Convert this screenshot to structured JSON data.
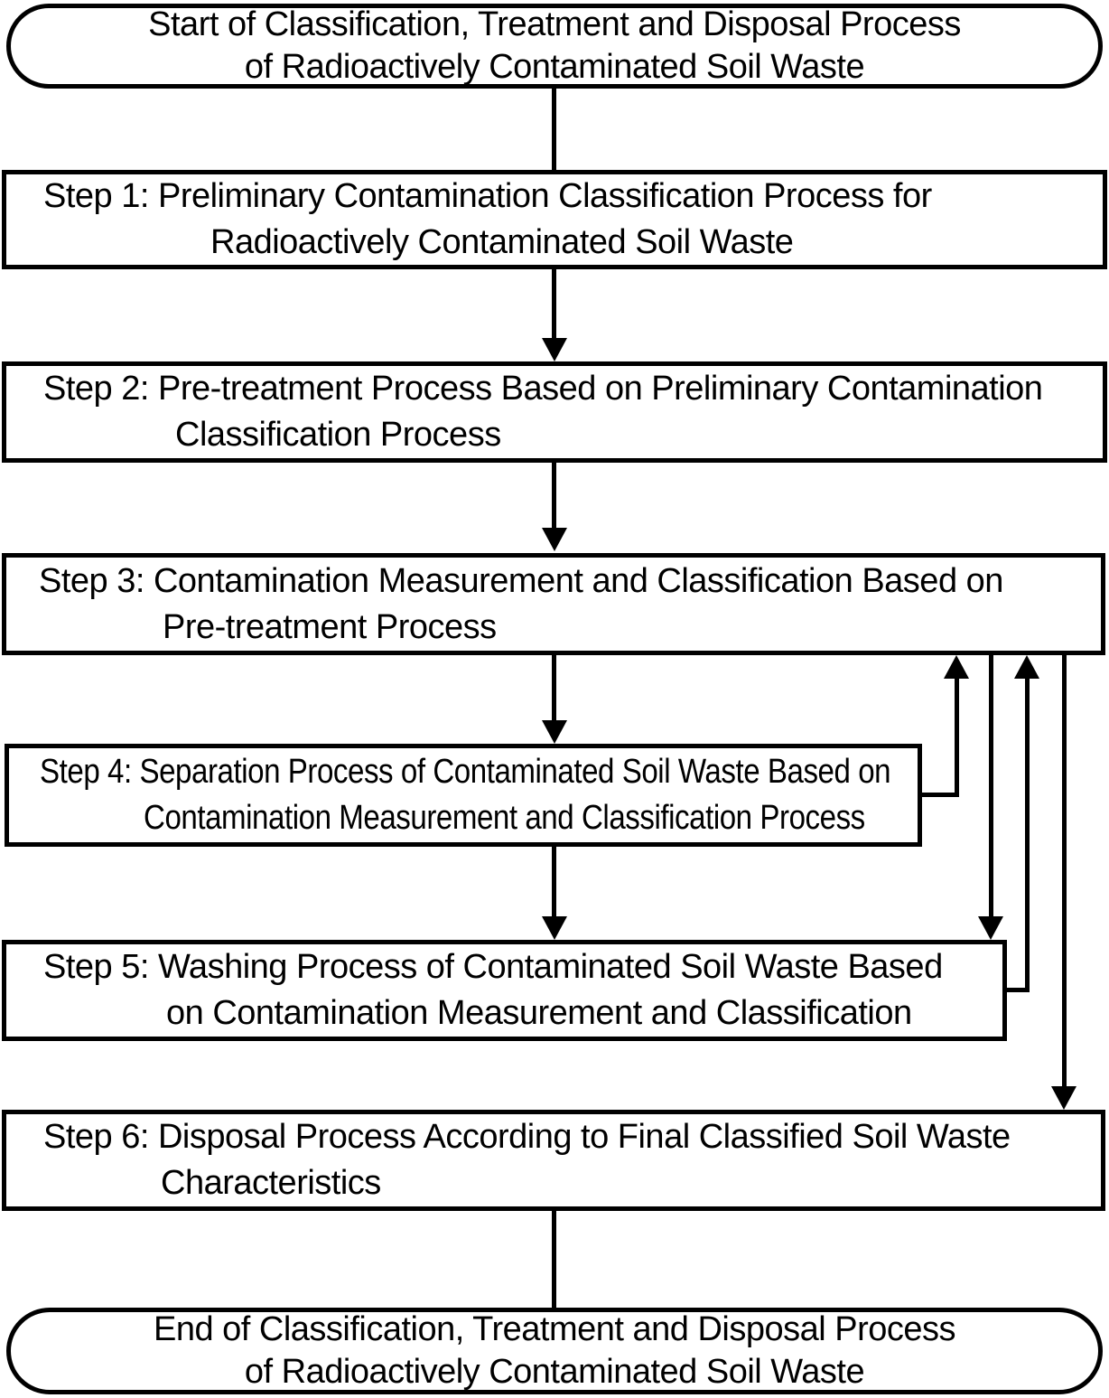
{
  "diagram": {
    "type": "flowchart",
    "colors": {
      "stroke": "#000000",
      "fill": "#ffffff"
    },
    "nodes": {
      "start": {
        "shape": "terminator",
        "lines": [
          "Start of Classification, Treatment and Disposal Process",
          "of Radioactively Contaminated Soil Waste"
        ]
      },
      "step1": {
        "shape": "process",
        "lines": [
          "Step 1: Preliminary Contamination Classification Process for",
          "Radioactively Contaminated Soil Waste"
        ]
      },
      "step2": {
        "shape": "process",
        "lines": [
          "Step 2: Pre-treatment Process Based on Preliminary Contamination",
          "Classification Process"
        ]
      },
      "step3": {
        "shape": "process",
        "lines": [
          "Step 3: Contamination Measurement and Classification Based on",
          "Pre-treatment Process"
        ]
      },
      "step4": {
        "shape": "process",
        "lines": [
          "Step 4: Separation Process of Contaminated Soil Waste Based on",
          "Contamination Measurement and Classification Process"
        ]
      },
      "step5": {
        "shape": "process",
        "lines": [
          "Step 5: Washing Process of Contaminated Soil Waste Based",
          "on Contamination Measurement and Classification"
        ]
      },
      "step6": {
        "shape": "process",
        "lines": [
          "Step 6: Disposal Process According to Final Classified Soil Waste",
          "Characteristics"
        ]
      },
      "end": {
        "shape": "terminator",
        "lines": [
          "End of Classification, Treatment and Disposal Process",
          "of Radioactively Contaminated Soil Waste"
        ]
      }
    },
    "edges": [
      {
        "from": "start",
        "to": "step1",
        "style": "plain-line",
        "route": "center"
      },
      {
        "from": "step1",
        "to": "step2",
        "style": "arrow",
        "route": "center"
      },
      {
        "from": "step2",
        "to": "step3",
        "style": "arrow",
        "route": "center"
      },
      {
        "from": "step3",
        "to": "step4",
        "style": "arrow",
        "route": "center"
      },
      {
        "from": "step4",
        "to": "step5",
        "style": "arrow",
        "route": "center"
      },
      {
        "from": "step3",
        "to": "step5",
        "style": "arrow",
        "route": "right-bypass-inner"
      },
      {
        "from": "step3",
        "to": "step6",
        "style": "arrow",
        "route": "right-bypass-outer"
      },
      {
        "from": "step4",
        "to": "step3",
        "style": "arrow",
        "route": "right-feedback-inner"
      },
      {
        "from": "step5",
        "to": "step3",
        "style": "arrow",
        "route": "right-feedback-outer"
      },
      {
        "from": "step6",
        "to": "end",
        "style": "plain-line",
        "route": "center"
      }
    ]
  }
}
